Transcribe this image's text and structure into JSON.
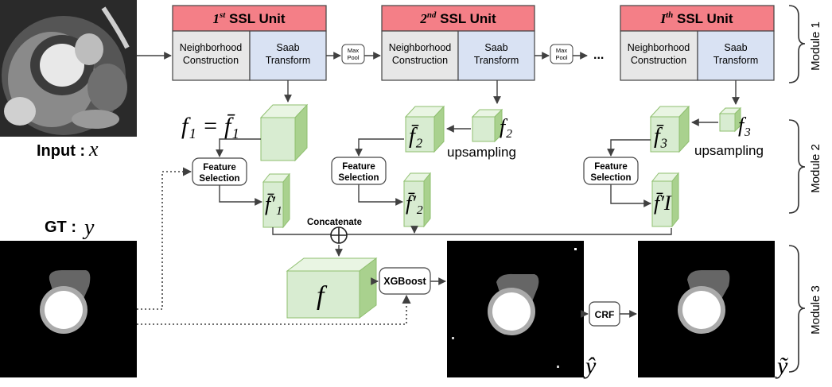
{
  "input": {
    "label": "Input :",
    "var": "x"
  },
  "gt": {
    "label": "GT :",
    "var": "y"
  },
  "units": [
    {
      "title": "1st SSL Unit",
      "neighborhood": [
        "Neighborhood",
        "Construction"
      ],
      "saab": [
        "Saab",
        "Transform"
      ]
    },
    {
      "title": "2nd SSL Unit",
      "neighborhood": [
        "Neighborhood",
        "Construction"
      ],
      "saab": [
        "Saab",
        "Transform"
      ]
    },
    {
      "title": "Ith SSL Unit",
      "neighborhood": [
        "Neighborhood",
        "Construction"
      ],
      "saab": [
        "Saab",
        "Transform"
      ]
    }
  ],
  "maxpool": [
    "Max",
    "Pool"
  ],
  "ellipsis": "...",
  "features": {
    "f1_eq": "f₁ = f̄₁",
    "f2": "f₂",
    "f3": "f₃",
    "f2bar": "f̄₂",
    "f3bar": "f̄₃",
    "f1prime": "f̄′₁",
    "f2prime": "f̄′₂",
    "fIprime": "f̄′I",
    "f": "f"
  },
  "upsampling": "upsampling",
  "feature_selection": [
    "Feature",
    "Selection"
  ],
  "concatenate": "Concatenate",
  "xgboost": "XGBoost",
  "crf": "CRF",
  "outputs": {
    "yhat": "ŷ",
    "ytilde": "ỹ"
  },
  "modules": [
    "Module 1",
    "Module 2",
    "Module 3"
  ],
  "colors": {
    "unit_header": "#f47f87",
    "neighborhood": "#e7e7e7",
    "saab": "#d9e2f3",
    "cube_front": "#d8ecd1",
    "cube_top": "#e9f5e3",
    "cube_side": "#a9d18e",
    "cube_edge": "#8fbf6f"
  }
}
